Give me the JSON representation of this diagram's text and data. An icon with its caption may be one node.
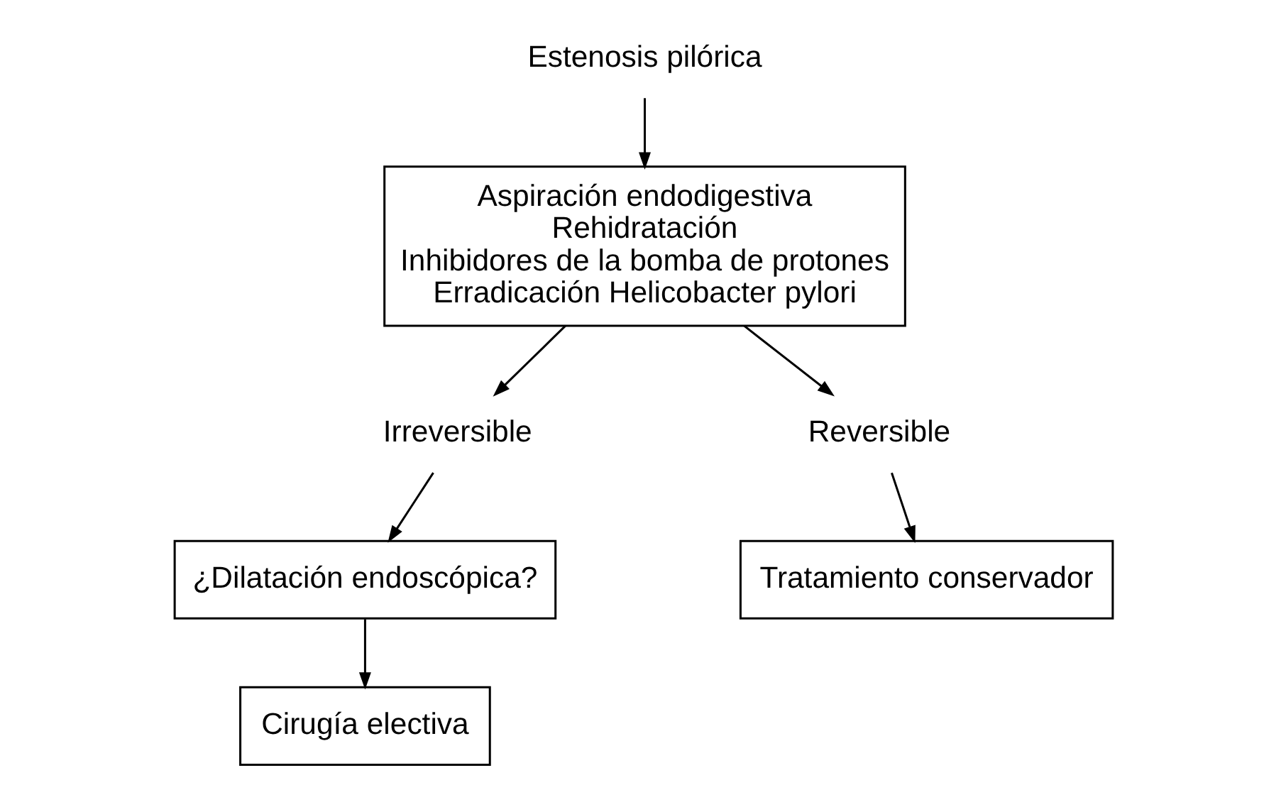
{
  "diagram": {
    "nodes": [
      {
        "text": [
          "Estenosis pilórica"
        ]
      },
      {
        "text": [
          "Aspiración endodigestiva",
          "Rehidratación",
          "Inhibidores de la bomba de protones",
          "Erradicación Helicobacter pylori"
        ]
      },
      {
        "text": [
          "Irreversible"
        ]
      },
      {
        "text": [
          "Reversible"
        ]
      },
      {
        "text": [
          "¿Dilatación endoscópica?"
        ]
      },
      {
        "text": [
          "Tratamiento conservador"
        ]
      },
      {
        "text": [
          "Cirugía electiva"
        ]
      }
    ],
    "edges": [
      {
        "from": 0,
        "to": 1,
        "arrow": "to"
      },
      {
        "from": 1,
        "to": 2,
        "arrow": "to"
      },
      {
        "from": 1,
        "to": 3,
        "arrow": "to"
      },
      {
        "from": 2,
        "to": 4,
        "arrow": "to"
      },
      {
        "from": 3,
        "to": 5,
        "arrow": "to"
      },
      {
        "from": 4,
        "to": 6,
        "arrow": "to"
      }
    ]
  }
}
